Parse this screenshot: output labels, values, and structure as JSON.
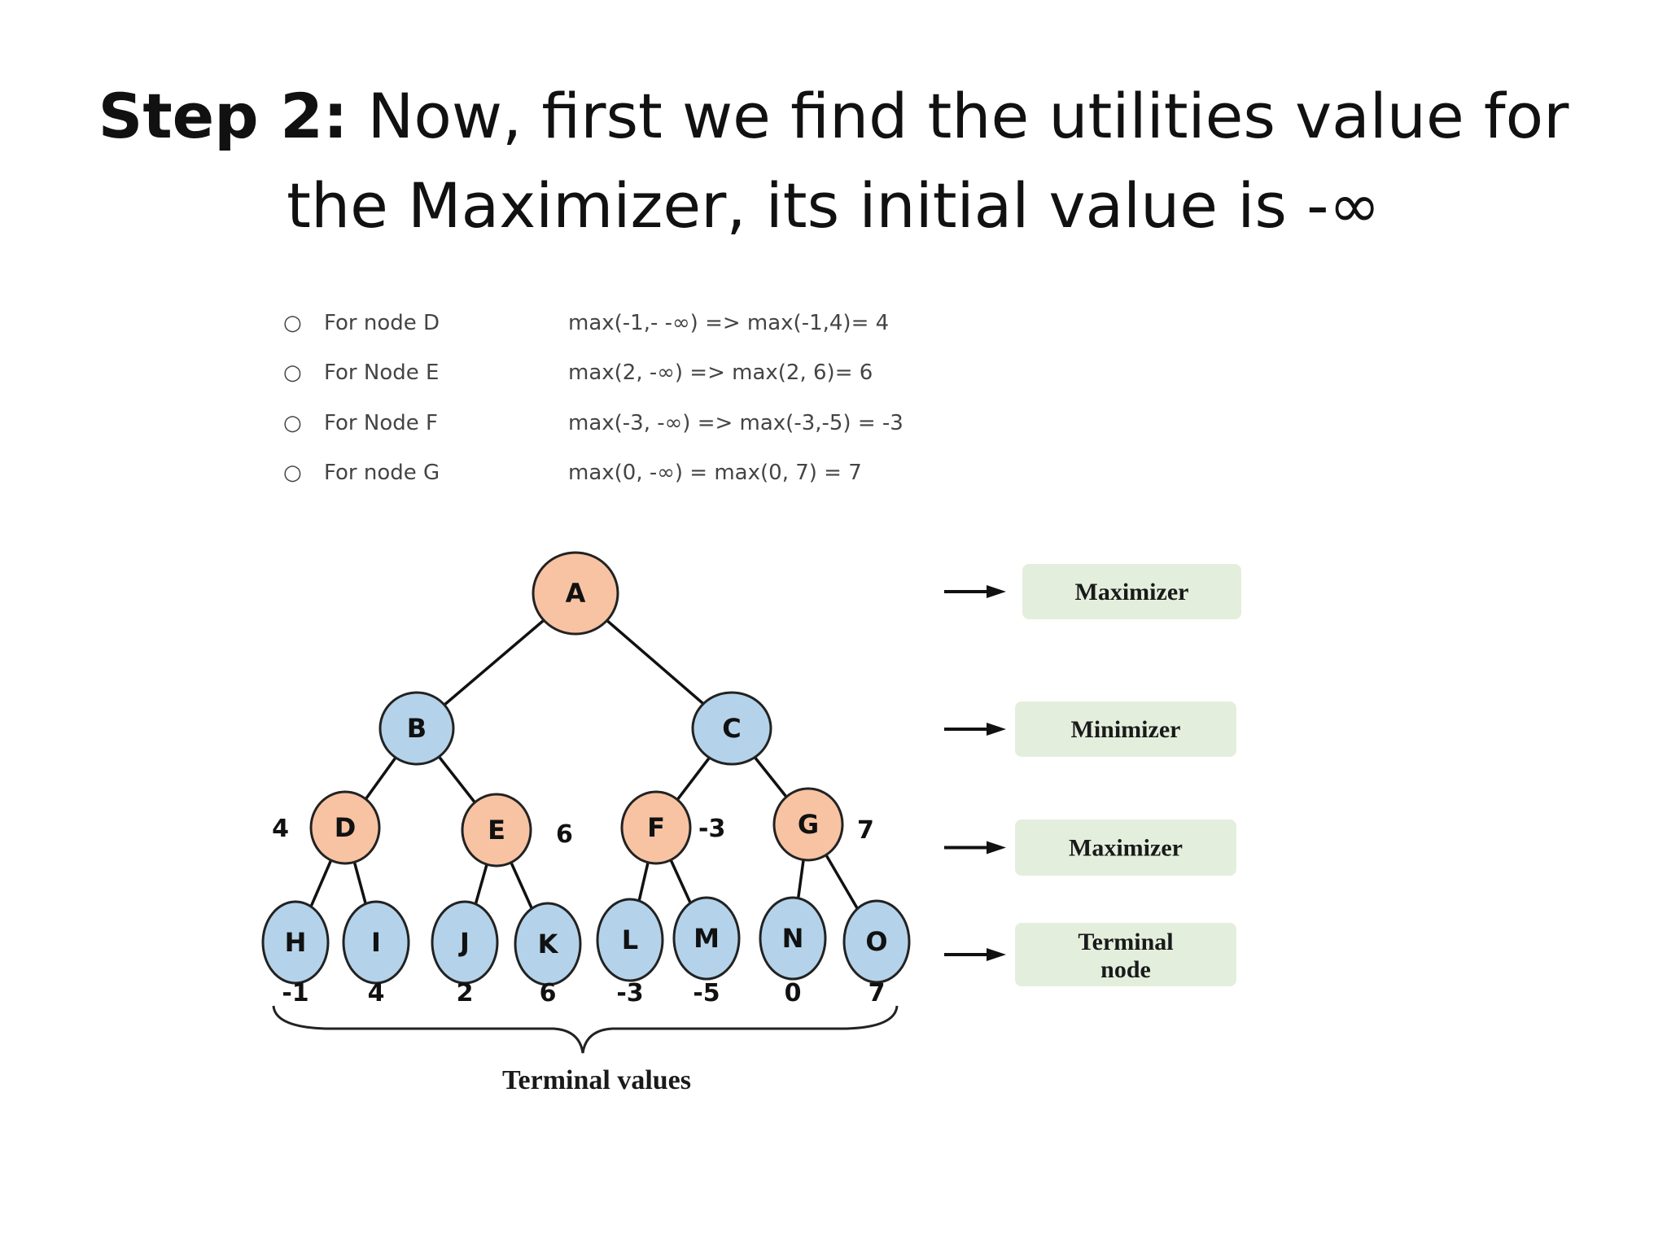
{
  "title": {
    "bold": "Step 2:",
    "line1_rest": " Now, first we find the utilities value for",
    "line2": "the Maximizer, its initial value is -∞"
  },
  "bullets": [
    {
      "label": "For node D",
      "formula": "max(-1,- -∞) => max(-1,4)= 4"
    },
    {
      "label": "For Node E",
      "formula": "max(2, -∞) => max(2, 6)= 6"
    },
    {
      "label": "For Node F",
      "formula": "max(-3, -∞) => max(-3,-5) = -3"
    },
    {
      "label": "For node G",
      "formula": "max(0, -∞) = max(0, 7) = 7"
    }
  ],
  "tree": {
    "colors": {
      "maximizer": "#f7c3a3",
      "minimizer": "#b4d3ea",
      "legend_box": "#e3efdc"
    },
    "nodes": [
      {
        "id": "A",
        "role": "maximizer"
      },
      {
        "id": "B",
        "role": "minimizer"
      },
      {
        "id": "C",
        "role": "minimizer"
      },
      {
        "id": "D",
        "role": "maximizer",
        "value": "4"
      },
      {
        "id": "E",
        "role": "maximizer",
        "value": "6"
      },
      {
        "id": "F",
        "role": "maximizer",
        "value": "-3"
      },
      {
        "id": "G",
        "role": "maximizer",
        "value": "7"
      },
      {
        "id": "H",
        "role": "terminal",
        "value": "-1"
      },
      {
        "id": "I",
        "role": "terminal",
        "value": "4"
      },
      {
        "id": "J",
        "role": "terminal",
        "value": "2"
      },
      {
        "id": "K",
        "role": "terminal",
        "value": "6"
      },
      {
        "id": "L",
        "role": "terminal",
        "value": "-3"
      },
      {
        "id": "M",
        "role": "terminal",
        "value": "-5"
      },
      {
        "id": "N",
        "role": "terminal",
        "value": "0"
      },
      {
        "id": "O",
        "role": "terminal",
        "value": "7"
      }
    ],
    "edges": [
      [
        "A",
        "B"
      ],
      [
        "A",
        "C"
      ],
      [
        "B",
        "D"
      ],
      [
        "B",
        "E"
      ],
      [
        "C",
        "F"
      ],
      [
        "C",
        "G"
      ],
      [
        "D",
        "H"
      ],
      [
        "D",
        "I"
      ],
      [
        "E",
        "J"
      ],
      [
        "E",
        "K"
      ],
      [
        "F",
        "L"
      ],
      [
        "F",
        "M"
      ],
      [
        "G",
        "N"
      ],
      [
        "G",
        "O"
      ]
    ],
    "brace_label": "Terminal values",
    "legend": [
      [
        "Maximizer"
      ],
      [
        "Minimizer"
      ],
      [
        "Maximizer"
      ],
      [
        "Terminal",
        "node"
      ]
    ]
  }
}
